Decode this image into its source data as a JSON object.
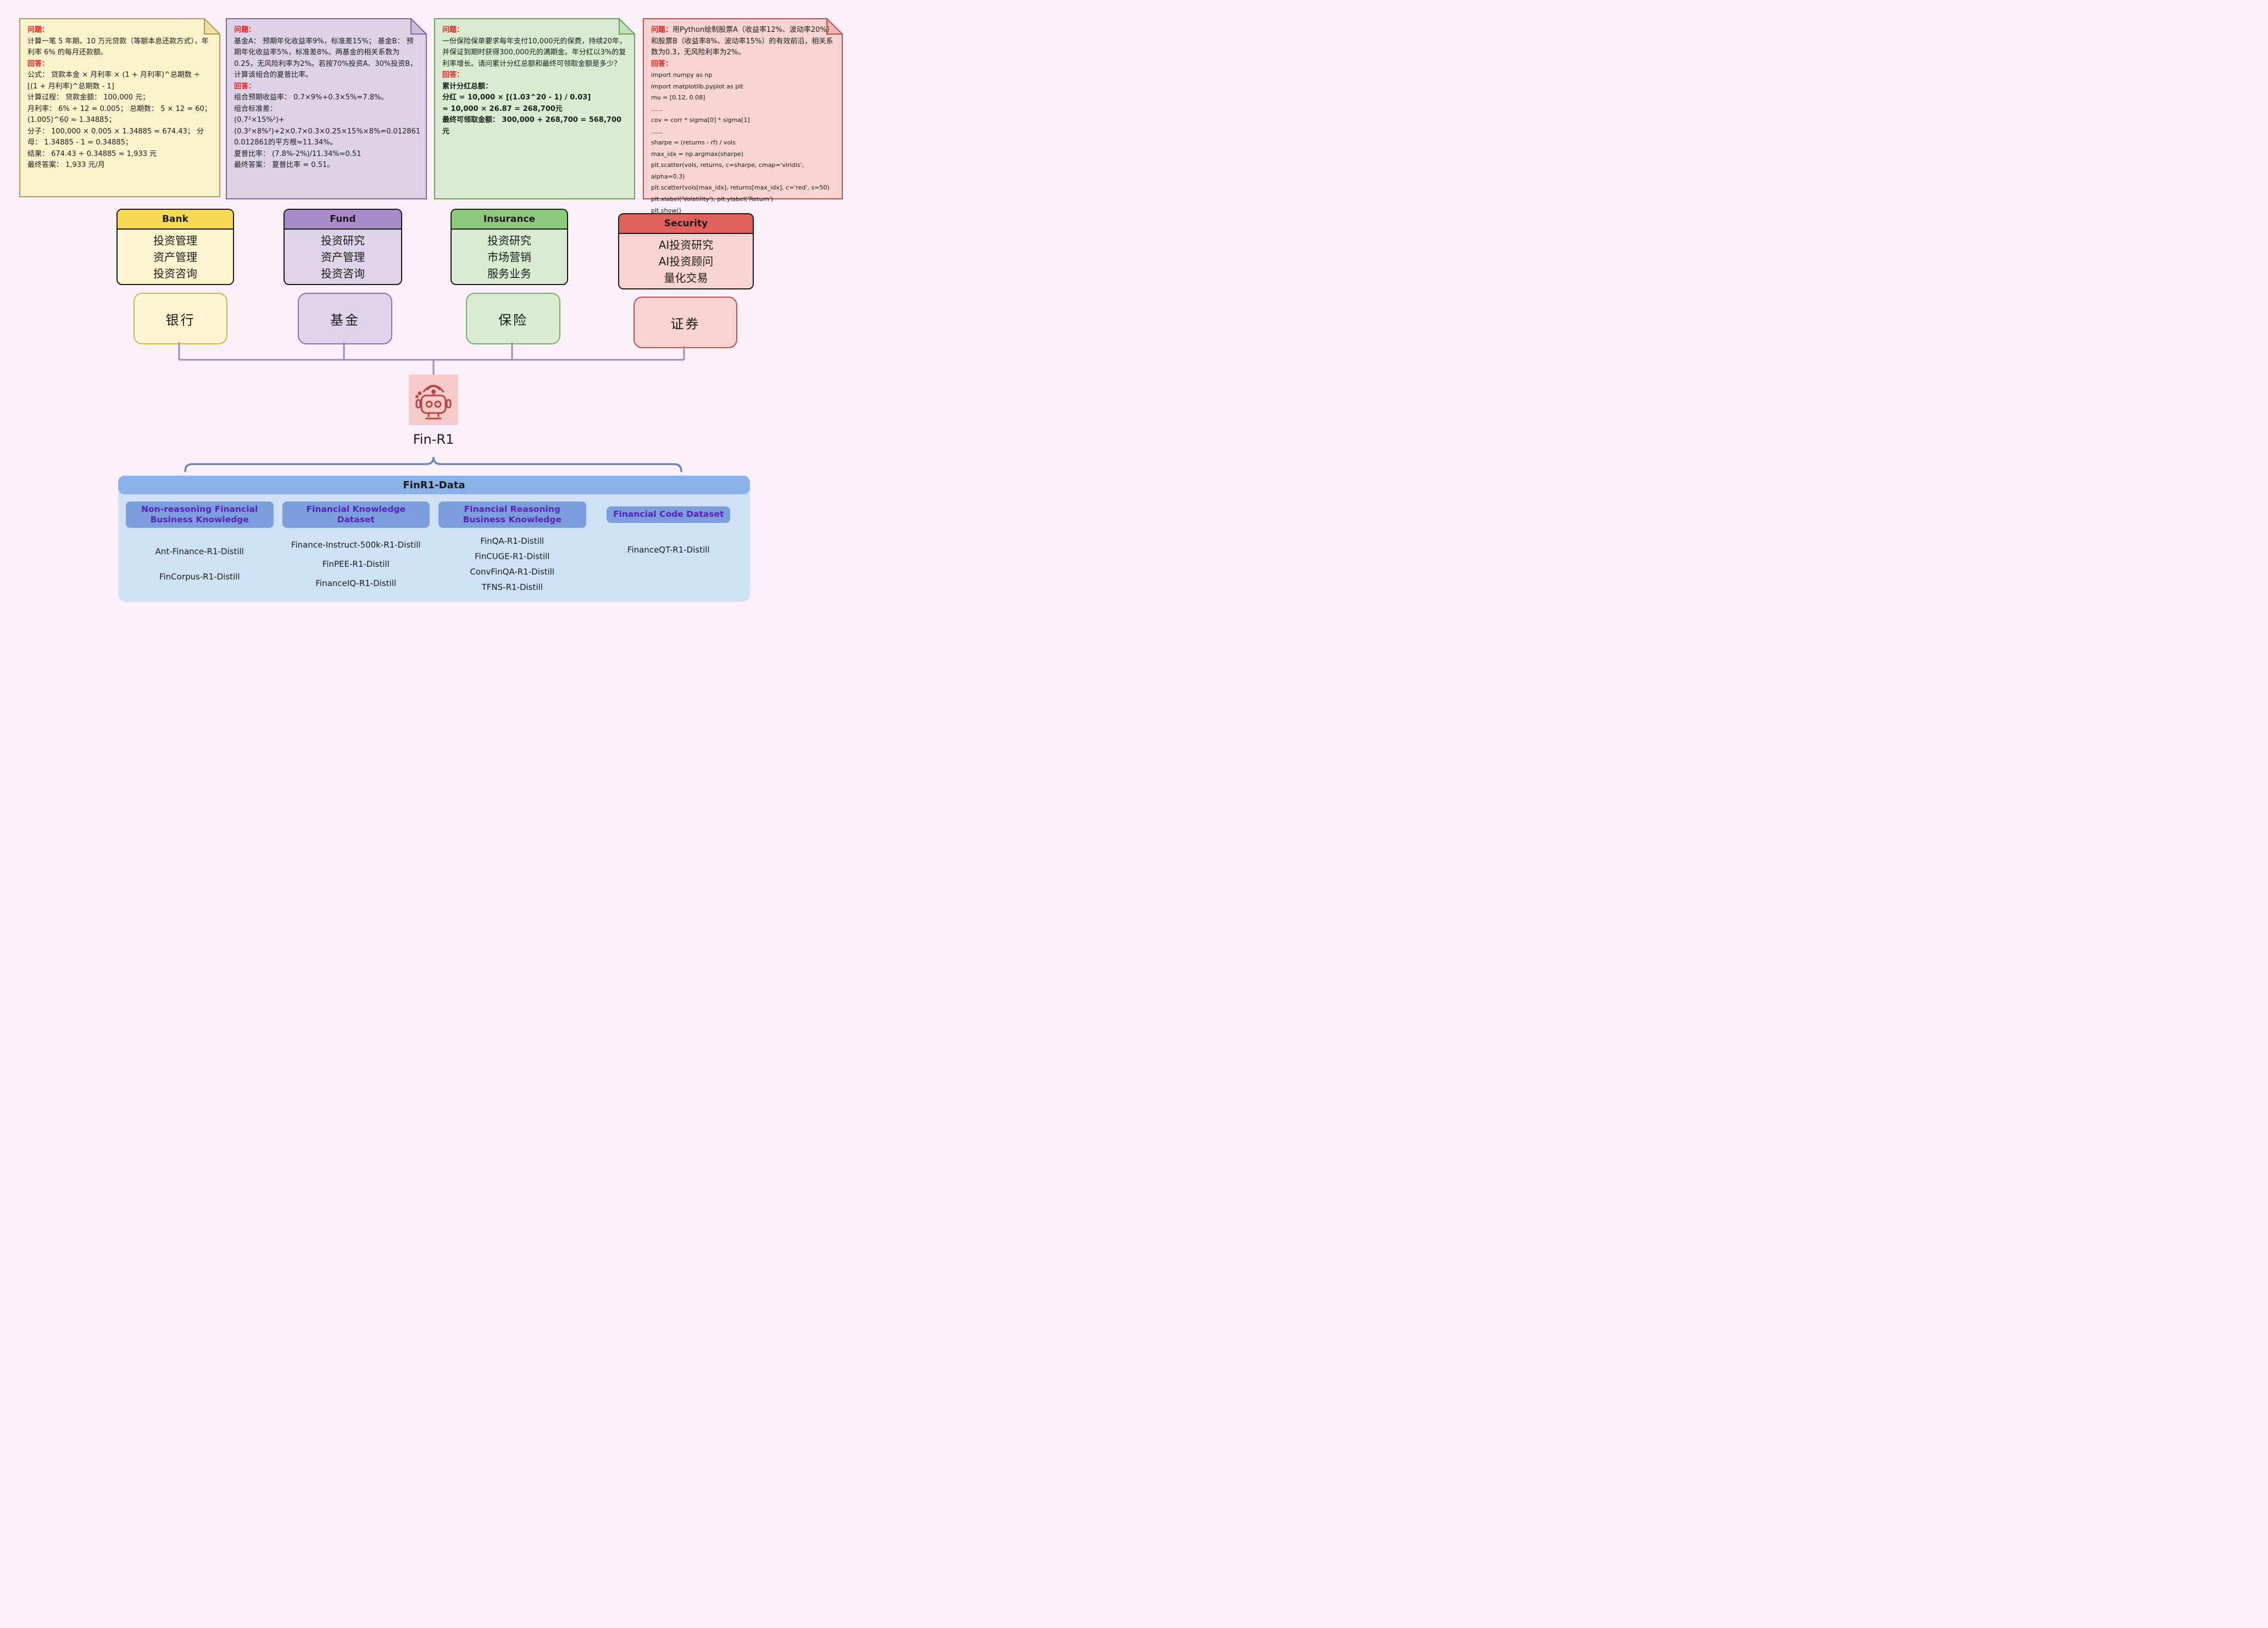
{
  "notes": [
    {
      "q_label": "问题：",
      "q_text": "计算一笔 5 年期、10 万元贷款（等额本息还款方式），年利率 6% 的每月还款额。",
      "a_label": "回答：",
      "a_text": "公式： 贷款本金 × 月利率 × (1 + 月利率)^总期数 ÷ [(1 + 月利率)^总期数 - 1]\n计算过程： 贷款金额： 100,000 元；\n月利率： 6% ÷ 12 = 0.005； 总期数： 5 × 12 = 60； (1.005)^60 ≈ 1.34885；\n分子： 100,000 × 0.005 × 1.34885 ≈ 674.43； 分母： 1.34885 - 1 ≈ 0.34885；\n结果： 674.43 ÷ 0.34885 ≈ 1,933 元\n最终答案： 1,933 元/月"
    },
    {
      "q_label": "问题：",
      "q_text": "基金A： 预期年化收益率9%，标准差15%； 基金B： 预期年化收益率5%，标准差8%。两基金的相关系数为0.25，无风险利率为2%。若按70%投资A、30%投资B，计算该组合的夏普比率。",
      "a_label": "回答：",
      "a_text": "组合预期收益率： 0.7×9%+0.3×5%=7.8%。\n组合标准差：\n(0.7²×15%²)+(0.3²×8%²)+2×0.7×0.3×0.25×15%×8%=0.012861\n0.012861的平方根≈11.34%。\n夏普比率： (7.8%-2%)/11.34%≈0.51\n最终答案： 夏普比率 = 0.51。"
    },
    {
      "q_label": "问题：",
      "q_text": "一份保险保单要求每年支付10,000元的保费，持续20年，并保证到期时获得300,000元的满期金。年分红以3%的复利率增长。请问累计分红总额和最终可领取金额是多少？",
      "a_label": "回答：",
      "a_text": "累计分红总额：\n分红 = 10,000 × [(1.03^20 - 1) / 0.03]\n≈ 10,000 × 26.87 = 268,700元\n最终可领取金额： 300,000 + 268,700 = 568,700元"
    },
    {
      "q_label": "问题：",
      "q_text": "用Python绘制股票A（收益率12%、波动率20%）和股票B（收益率8%、波动率15%）的有效前沿，相关系数为0.3，无风险利率为2%。",
      "a_label": "回答：",
      "a_text": "import numpy as np\nimport matplotlib.pyplot as plt\nmu = [0.12, 0.08]\n......\ncov = corr * sigma[0] * sigma[1]\n......\nsharpe = (returns - rf) / vols\nmax_idx = np.argmax(sharpe)\nplt.scatter(vols, returns, c=sharpe, cmap='viridis', alpha=0.3)\nplt.scatter(vols[max_idx], returns[max_idx], c='red', s=50)\nplt.xlabel('Volatility'), plt.ylabel('Return')\nplt.show()"
    }
  ],
  "sectors": [
    {
      "name": "Bank",
      "items": "投资管理\n资产管理\n投资咨询",
      "label": "银行"
    },
    {
      "name": "Fund",
      "items": "投资研究\n资产管理\n投资咨询",
      "label": "基金"
    },
    {
      "name": "Insurance",
      "items": "投资研究\n市场营销\n服务业务",
      "label": "保险"
    },
    {
      "name": "Security",
      "items": "AI投资研究\nAI投资顾问\n量化交易",
      "label": "证券"
    }
  ],
  "model": {
    "name": "Fin-R1",
    "icon": "robot-icon"
  },
  "data_panel": {
    "title": "FinR1-Data",
    "groups": [
      {
        "header": "Non-reasoning Financial Business Knowledge",
        "items": [
          "Ant-Finance-R1-Distill",
          "FinCorpus-R1-Distill"
        ]
      },
      {
        "header": "Financial Knowledge Dataset",
        "items": [
          "Finance-Instruct-500k-R1-Distill",
          "FinPEE-R1-Distill",
          "FinanceIQ-R1-Distill"
        ]
      },
      {
        "header": "Financial Reasoning Business Knowledge",
        "items": [
          "FinQA-R1-Distill",
          "FinCUGE-R1-Distill",
          "ConvFinQA-R1-Distill",
          "TFNS-R1-Distill"
        ]
      },
      {
        "header": "Financial Code Dataset",
        "items": [
          "FinanceQT-R1-Distill"
        ]
      }
    ]
  },
  "colors": {
    "page_bg": "#fbf0fa",
    "qa_red": "#ee1c1c",
    "box_outline": "#1a1a1a",
    "note1_bg": "#fbf3cb",
    "note1_border": "#a89a5b",
    "note1_fold": "#efe19b",
    "note2_bg": "#ded2e6",
    "note2_border": "#7d6a99",
    "note2_fold": "#cbbcdb",
    "note3_bg": "#d9ecd2",
    "note3_border": "#6f9e61",
    "note3_fold": "#c2dfb7",
    "note4_bg": "#f7d4d2",
    "note4_border": "#c0504d",
    "note4_fold": "#efb6b3",
    "bank_header": "#f6d954",
    "bank_body": "#fdf5d0",
    "bank_border": "#c9b75a",
    "fund_header": "#a98bc9",
    "fund_body": "#ded3e8",
    "fund_border": "#8a74a8",
    "insurance_header": "#8fca7c",
    "insurance_body": "#d9ecd2",
    "insurance_border": "#7cab6d",
    "security_header": "#e2605c",
    "security_body": "#f7d4d2",
    "security_border": "#c0504d",
    "connector": "#a08cb8",
    "brace": "#6f87b5",
    "robot_bg": "#f6cbc9",
    "robot_stroke": "#bb453f",
    "panel_bg": "#cfe1f4",
    "panel_header_bg": "#8ab2e8",
    "group_btn_bg": "#7d9edd",
    "group_text": "#5b21b6"
  }
}
